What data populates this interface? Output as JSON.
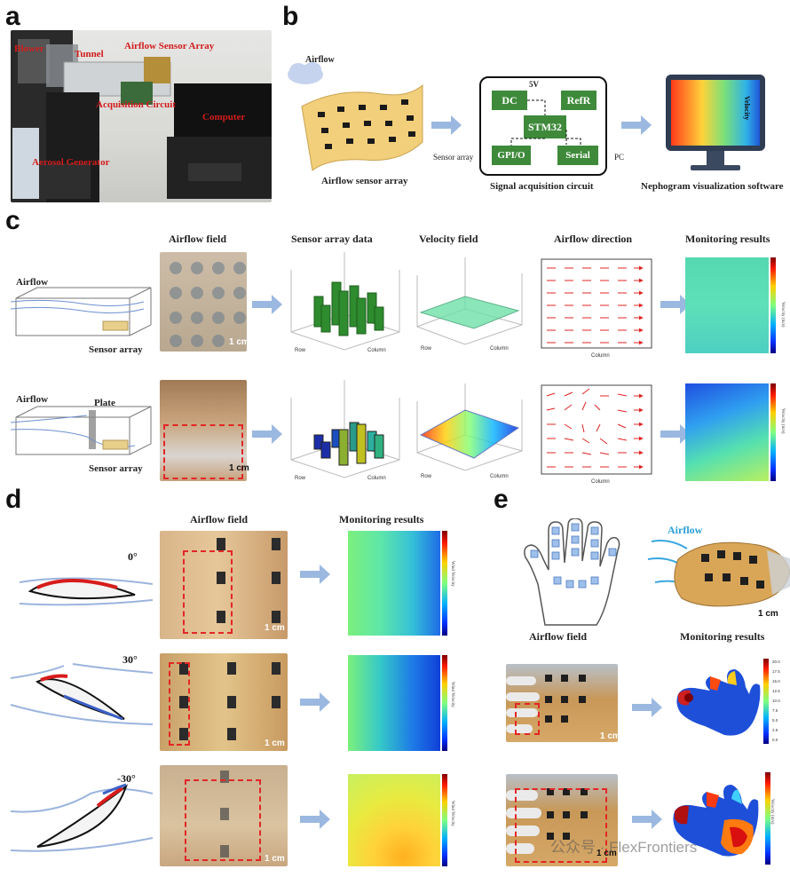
{
  "panels": {
    "a": "a",
    "b": "b",
    "c": "c",
    "d": "d",
    "e": "e"
  },
  "panel_a": {
    "labels": {
      "blower": "Blower",
      "tunnel": "Tunnel",
      "sensor_array": "Airflow Sensor Array",
      "acquisition": "Acquisition Circuit",
      "computer": "Computer",
      "aerosol": "Aerosol Generator"
    }
  },
  "panel_b": {
    "airflow": "Airflow",
    "array_caption": "Airflow sensor array",
    "circuit_caption": "Signal acquisition circuit",
    "software_caption": "Nephogram visualization software",
    "circuit": {
      "dc": "DC",
      "v5": "5V",
      "refr": "RefR",
      "mcu": "STM32",
      "gpio": "GPI/O",
      "serial": "Serial",
      "sensor_in": "Sensor array",
      "pc_out": "PC"
    },
    "monitor_axis": "Velocity"
  },
  "panel_c": {
    "headers": {
      "field": "Airflow field",
      "data": "Sensor array data",
      "velocity": "Velocity field",
      "direction": "Airflow direction",
      "results": "Monitoring results"
    },
    "airflow": "Airflow",
    "plate": "Plate",
    "sensor_array": "Sensor array",
    "scale": "1 cm",
    "axis_row": "Row",
    "axis_column": "Column",
    "cbar_label": "Velocity (m/s)"
  },
  "panel_d": {
    "headers": {
      "field": "Airflow field",
      "results": "Monitoring results"
    },
    "angles": [
      "0°",
      "30°",
      "-30°"
    ],
    "scale": "1 cm",
    "cbar_label": "Wind Velocity"
  },
  "panel_e": {
    "airflow": "Airflow",
    "headers": {
      "field": "Airflow field",
      "results": "Monitoring results"
    },
    "scale": "1 cm",
    "cbar_label": "Velocity (m/s)",
    "cbar_ticks": [
      "20.0",
      "17.5",
      "15.0",
      "12.5",
      "10.0",
      "7.5",
      "5.0",
      "2.5",
      "0.0"
    ]
  },
  "watermark": "公众号 · FlexFrontiers",
  "colors": {
    "accent_red": "#d21c1c",
    "arrow_blue": "#9bb8e0",
    "chip_green": "#3e8a3a"
  }
}
